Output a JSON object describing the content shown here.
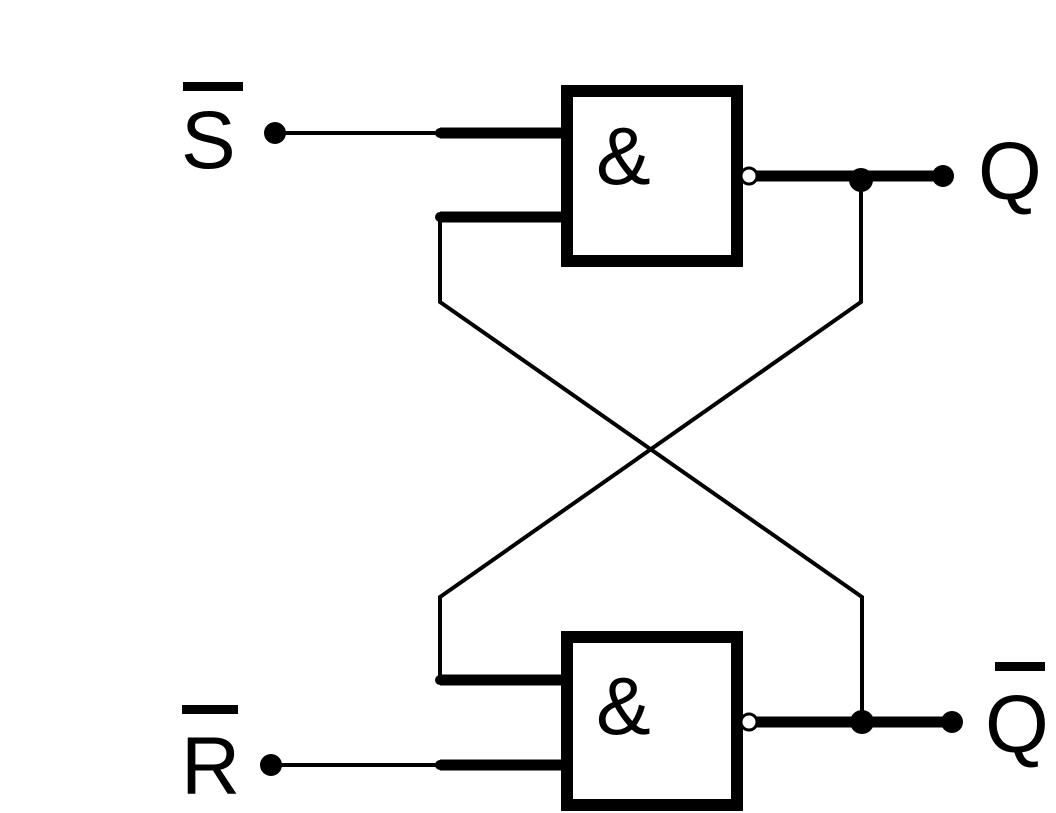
{
  "inputs": {
    "set": {
      "label": "S",
      "overbar": true
    },
    "reset": {
      "label": "R",
      "overbar": true
    }
  },
  "outputs": {
    "q": {
      "label": "Q",
      "overbar": false
    },
    "q_not": {
      "label": "Q",
      "overbar": true
    }
  },
  "gates": {
    "top": {
      "symbol": "&",
      "type": "NAND"
    },
    "bottom": {
      "symbol": "&",
      "type": "NAND"
    }
  },
  "colors": {
    "line": "#000000",
    "background": "#ffffff"
  }
}
